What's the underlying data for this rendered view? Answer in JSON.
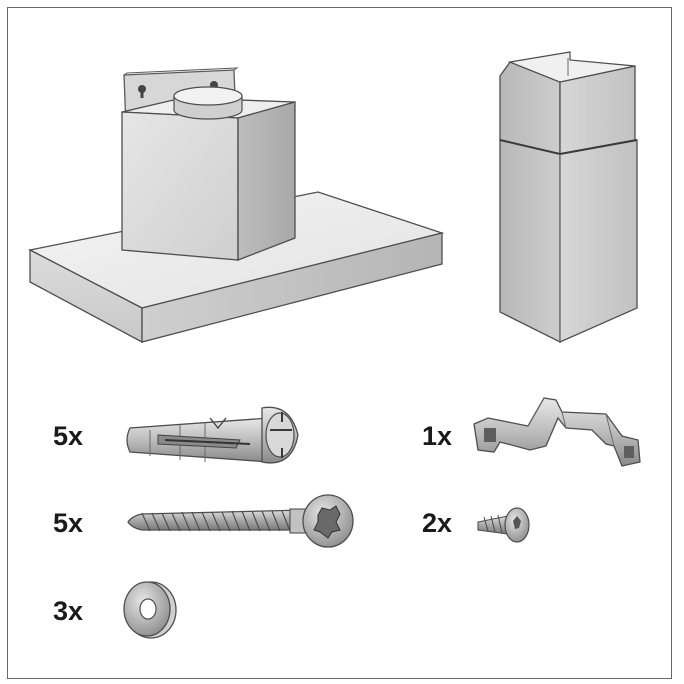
{
  "parts": [
    {
      "id": "anchor",
      "quantity": "5x"
    },
    {
      "id": "bracket",
      "quantity": "1x"
    },
    {
      "id": "long-screw",
      "quantity": "5x"
    },
    {
      "id": "short-screw",
      "quantity": "2x"
    },
    {
      "id": "washer",
      "quantity": "3x"
    }
  ]
}
